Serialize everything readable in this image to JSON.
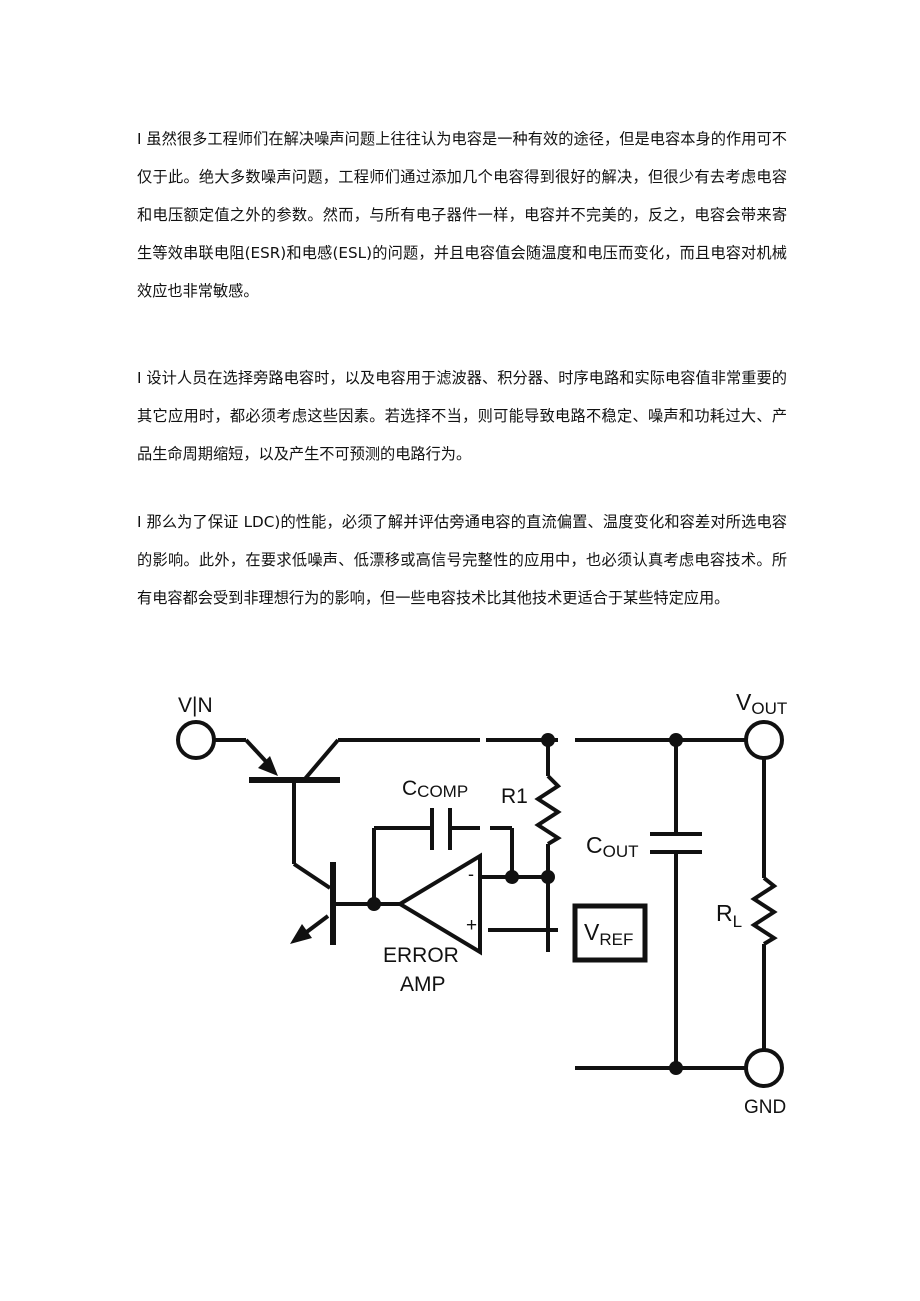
{
  "paragraphs": [
    "I 虽然很多工程师们在解决噪声问题上往往认为电容是一种有效的途径，但是电容本身的作用可不仅于此。绝大多数噪声问题，工程师们通过添加几个电容得到很好的解决，但很少有去考虑电容和电压额定值之外的参数。然而，与所有电子器件一样，电容并不完美的，反之，电容会带来寄生等效串联电阻(ESR)和电感(ESL)的问题，并且电容值会随温度和电压而变化，而且电容对机械效应也非常敏感。",
    "I 设计人员在选择旁路电容时，以及电容用于滤波器、积分器、时序电路和实际电容值非常重要的其它应用时，都必须考虑这些因素。若选择不当，则可能导致电路不稳定、噪声和功耗过大、产品生命周期缩短，以及产生不可预测的电路行为。",
    "I 那么为了保证 LDC)的性能，必须了解并评估旁通电容的直流偏置、温度变化和容差对所选电容的影响。此外，在要求低噪声、低漂移或高信号完整性的应用中，也必须认真考虑电容技术。所有电容都会受到非理想行为的影响，但一些电容技术比其他技术更适合于某些特定应用。"
  ],
  "diagram": {
    "vin": "V|N",
    "vout_main": "V",
    "vout_sub": "OUT",
    "ccomp_main": "C",
    "ccomp_sub": "COMP",
    "r1": "R1",
    "cout_main": "C",
    "cout_sub": "OUT",
    "rl_main": "R",
    "rl_sub": "L",
    "vref_main": "V",
    "vref_sub": "REF",
    "error": "ERROR",
    "amp": "AMP",
    "minus": "-",
    "plus": "+",
    "gnd": "GND"
  }
}
